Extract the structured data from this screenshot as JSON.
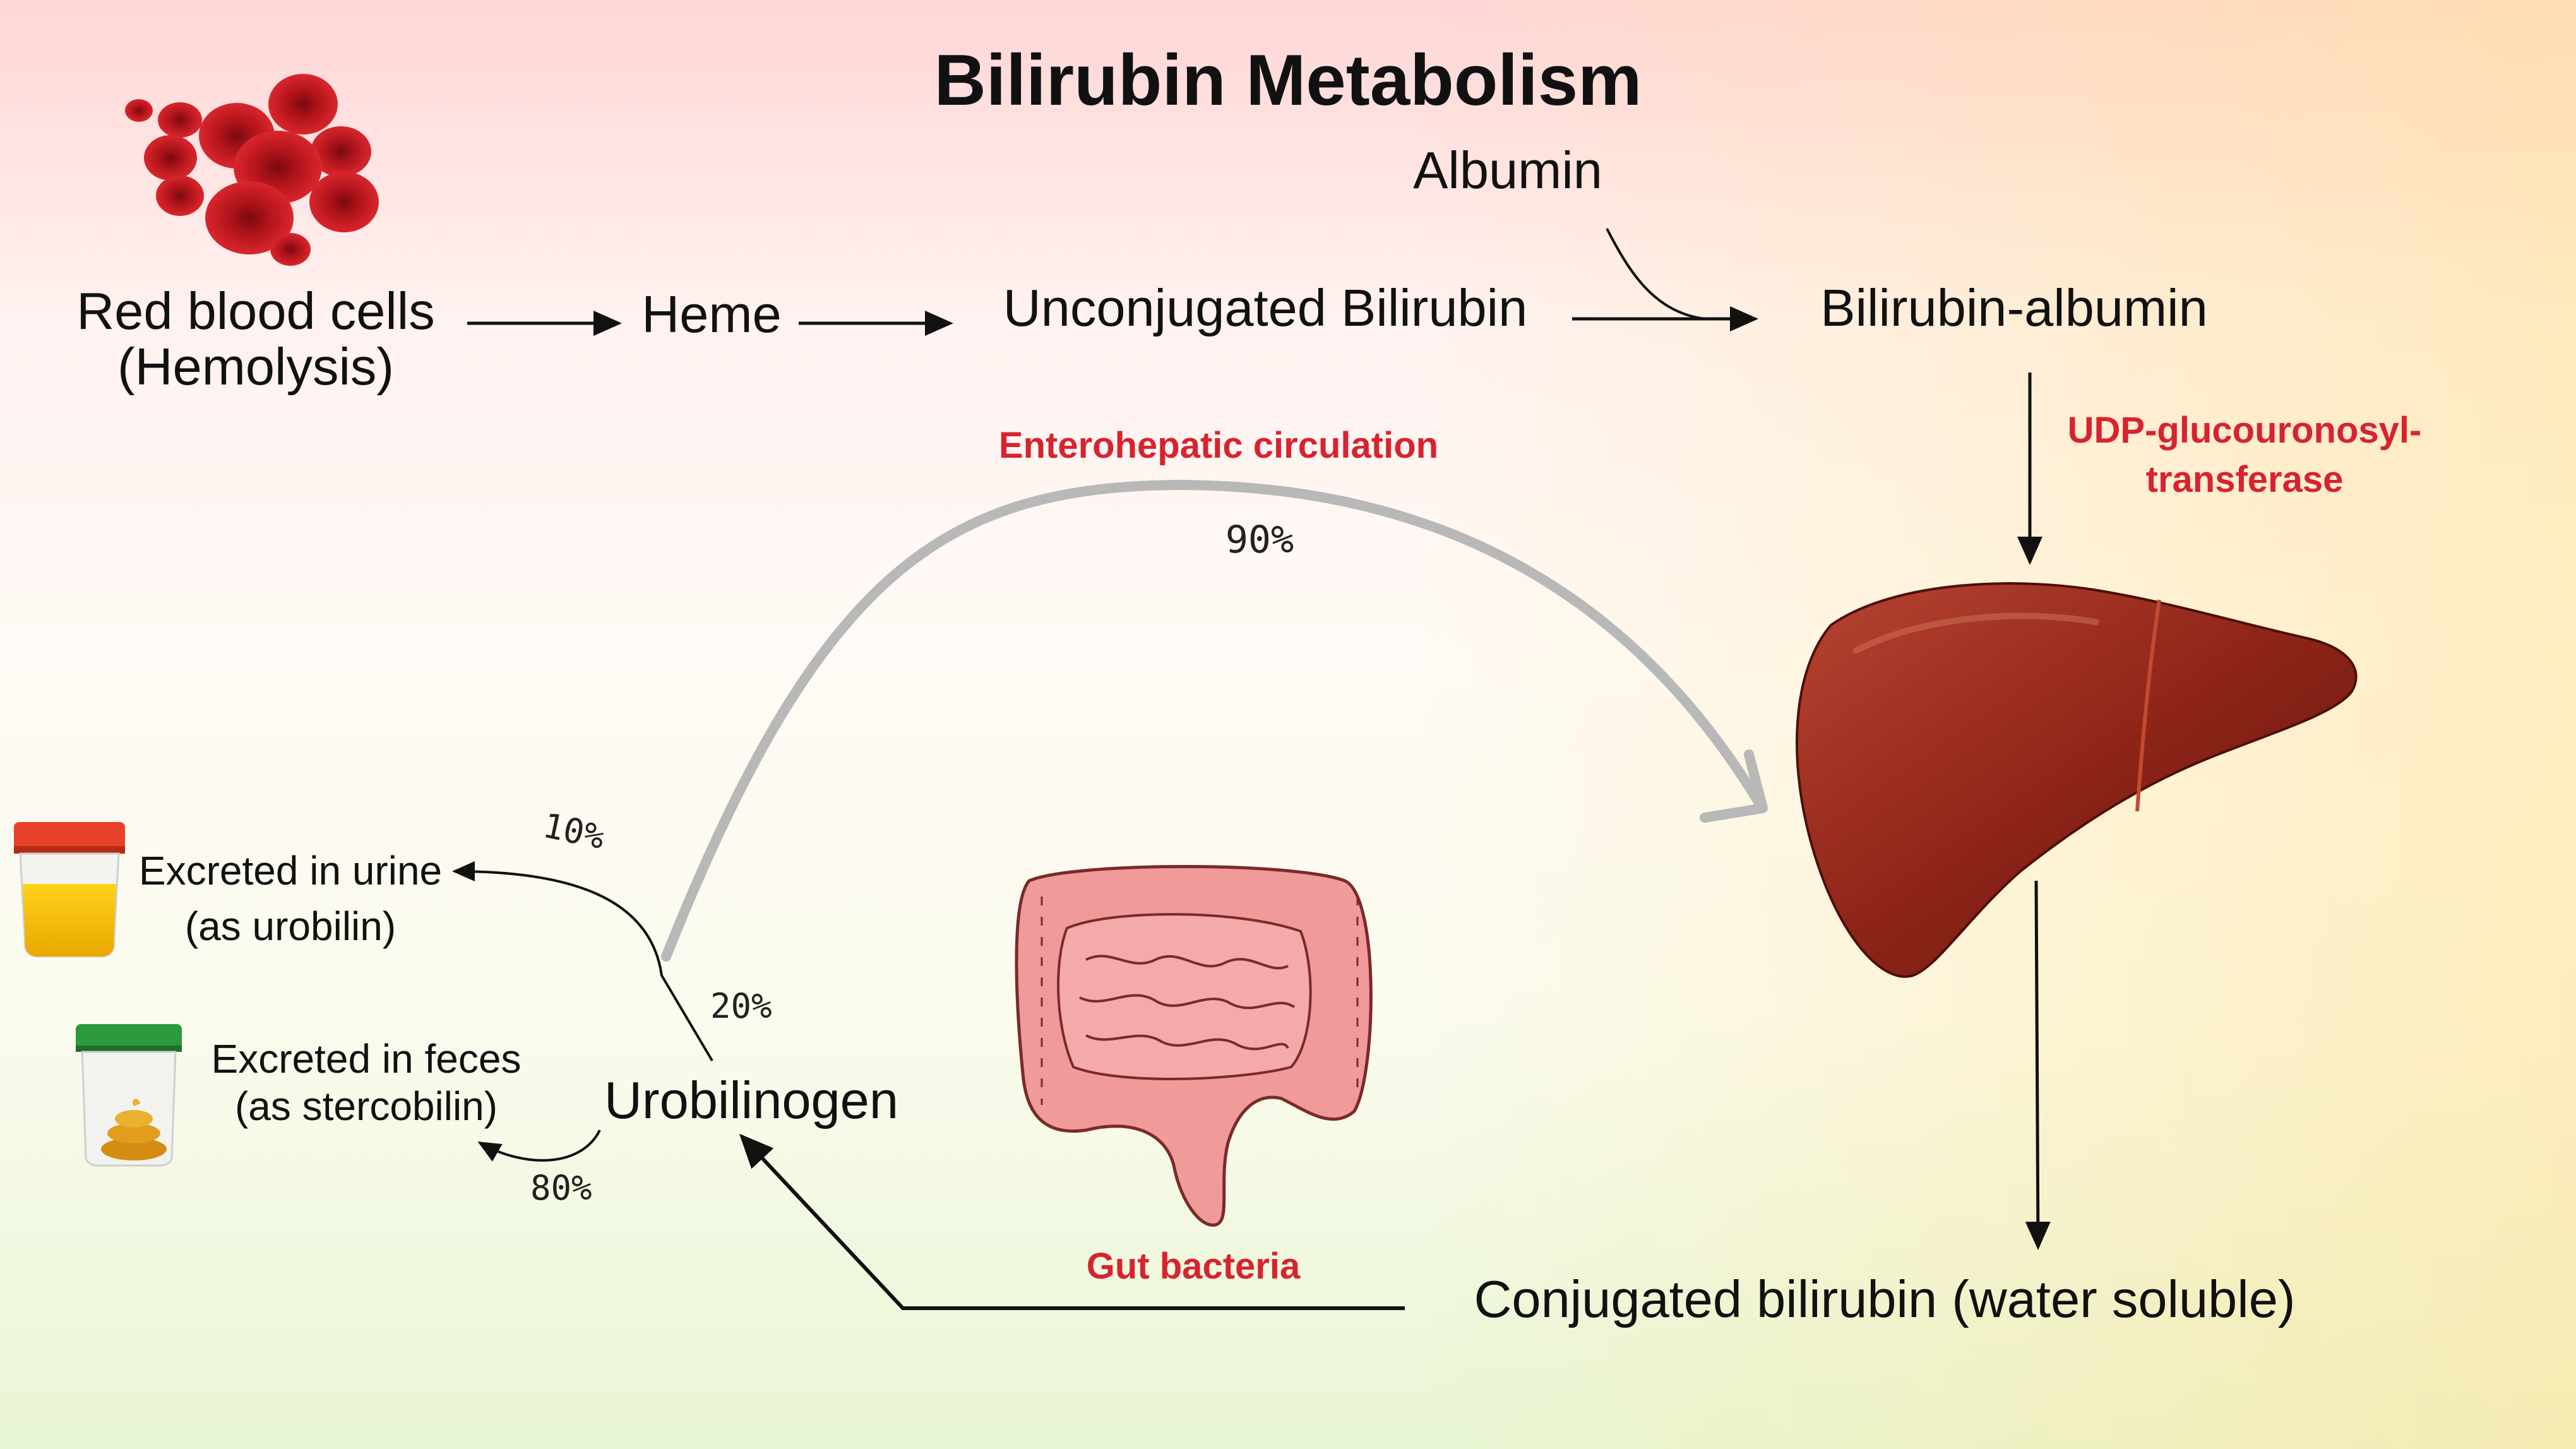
{
  "title": "Bilirubin Metabolism",
  "nodes": {
    "rbc_line1": "Red blood cells",
    "rbc_line2": "(Hemolysis)",
    "heme": "Heme",
    "unconjugated": "Unconjugated Bilirubin",
    "albumin": "Albumin",
    "bilirubin_albumin": "Bilirubin-albumin",
    "conjugated": "Conjugated bilirubin (water soluble)",
    "urobilinogen": "Urobilinogen",
    "urine_line1": "Excreted in urine",
    "urine_line2": "(as urobilin)",
    "feces_line1": "Excreted in feces",
    "feces_line2": "(as stercobilin)"
  },
  "labels": {
    "enzyme_line1": "UDP-glucouronosyl-",
    "enzyme_line2": "transferase",
    "enterohepatic": "Enterohepatic circulation",
    "gut_bacteria": "Gut bacteria"
  },
  "percentages": {
    "enterohepatic": "90%",
    "urine": "10%",
    "kidney_split": "20%",
    "feces": "80%"
  },
  "colors": {
    "accent_red": "#d8232f",
    "liver": "#8e2418",
    "rbc": "#c0141c",
    "intestine": "#f09a9a",
    "enterohepatic_arrow": "#b8b8b8"
  },
  "icons": [
    "red-blood-cells-icon",
    "liver-icon",
    "intestine-icon",
    "urine-cup-icon",
    "stool-container-icon"
  ]
}
